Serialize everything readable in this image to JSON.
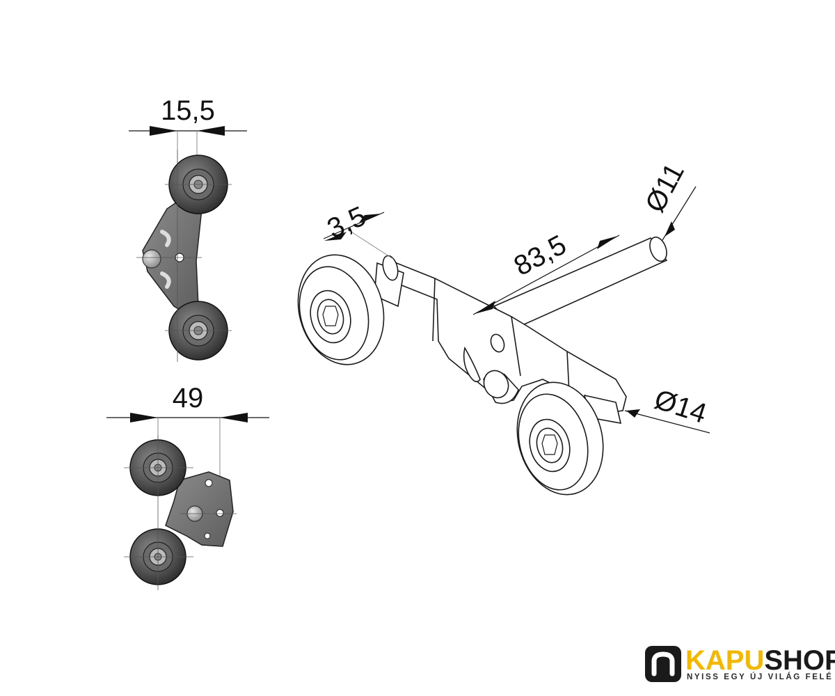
{
  "dimensions": {
    "top_view_width": "15,5",
    "side_view_width": "49",
    "flange_thickness": "3,5",
    "axle_length": "83,5",
    "axle_diameter": "Ø11",
    "wheel_diameter": "Ø14"
  },
  "brand": {
    "name_part1": "KAPU",
    "name_part2": "SHOP",
    "tagline": "NYISS EGY ÚJ VILÁG FELÉ",
    "colors": {
      "primary": "#f2b800",
      "dark": "#1a1a1a"
    }
  }
}
